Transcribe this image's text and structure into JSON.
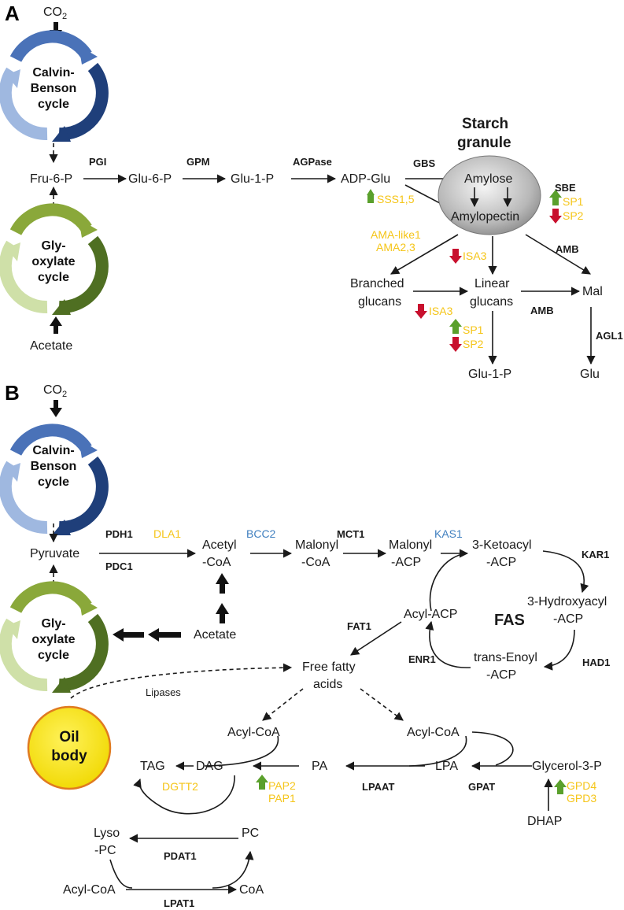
{
  "panelA": {
    "label": "A",
    "co2": "CO",
    "co2_sub": "2",
    "calvin": [
      "Calvin-",
      "Benson",
      "cycle"
    ],
    "glyox": [
      "Gly-",
      "oxylate",
      "cycle"
    ],
    "acetate": "Acetate",
    "fru6p": "Fru-6-P",
    "glu6p": "Glu-6-P",
    "glu1p": "Glu-1-P",
    "adpglu": "ADP-Glu",
    "pgi": "PGI",
    "gpm": "GPM",
    "agpase": "AGPase",
    "gbs": "GBS",
    "sss": "SSS1,5",
    "starch_title": [
      "Starch",
      "granule"
    ],
    "amylose": "Amylose",
    "amylopectin": "Amylopectin",
    "sbe": "SBE",
    "sp1": "SP1",
    "sp2": "SP2",
    "ama": [
      "AMA-like1",
      "AMA2,3"
    ],
    "isa3": "ISA3",
    "amb": "AMB",
    "branched": [
      "Branched",
      "glucans"
    ],
    "linear": [
      "Linear",
      "glucans"
    ],
    "mal": "Mal",
    "agl1": "AGL1",
    "glu": "Glu",
    "glu1p_b": "Glu-1-P"
  },
  "panelB": {
    "label": "B",
    "co2": "CO",
    "co2_sub": "2",
    "calvin": [
      "Calvin-",
      "Benson",
      "cycle"
    ],
    "glyox": [
      "Gly-",
      "oxylate",
      "cycle"
    ],
    "pyruvate": "Pyruvate",
    "pdh1": "PDH1",
    "pdc1": "PDC1",
    "dla1": "DLA1",
    "acetylcoa": [
      "Acetyl",
      "-CoA"
    ],
    "bcc2": "BCC2",
    "malonylcoa": [
      "Malonyl",
      "-CoA"
    ],
    "mct1": "MCT1",
    "malonylacp": [
      "Malonyl",
      "-ACP"
    ],
    "kas1": "KAS1",
    "ketoacyl": [
      "3-Ketoacyl",
      "-ACP"
    ],
    "kar1": "KAR1",
    "hydroxyacyl": [
      "3-Hydroxyacyl",
      "-ACP"
    ],
    "had1": "HAD1",
    "enoyl": [
      "trans-Enoyl",
      "-ACP"
    ],
    "enr1": "ENR1",
    "acylacp": "Acyl-ACP",
    "fas": "FAS",
    "fat1": "FAT1",
    "acetate": "Acetate",
    "ffa": [
      "Free fatty",
      "acids"
    ],
    "lipases": "Lipases",
    "oil": [
      "Oil",
      "body"
    ],
    "acylcoa": "Acyl-CoA",
    "tag": "TAG",
    "dag": "DAG",
    "dgtt2": "DGTT2",
    "pa": "PA",
    "pap2": "PAP2",
    "pap1": "PAP1",
    "lpa": "LPA",
    "lpaat": "LPAAT",
    "g3p": "Glycerol-3-P",
    "gpat": "GPAT",
    "gpd4": "GPD4",
    "gpd3": "GPD3",
    "dhap": "DHAP",
    "lysopc": [
      "Lyso",
      "-PC"
    ],
    "pc": "PC",
    "pdat1": "PDAT1",
    "coa": "CoA",
    "lpat1": "LPAT1"
  },
  "colors": {
    "yellow_enzyme": "#f5c518",
    "blue_enzyme": "#3f7fbf",
    "up_arrow": "#5aa02c",
    "down_arrow": "#c8102e",
    "calvin_dark": "#1f3f7a",
    "calvin_light": "#9fb8e0",
    "glyox_dark": "#4f6f22",
    "glyox_light": "#cfe0a8",
    "oil_body": "#f5e020",
    "oil_border": "#e07a20"
  }
}
